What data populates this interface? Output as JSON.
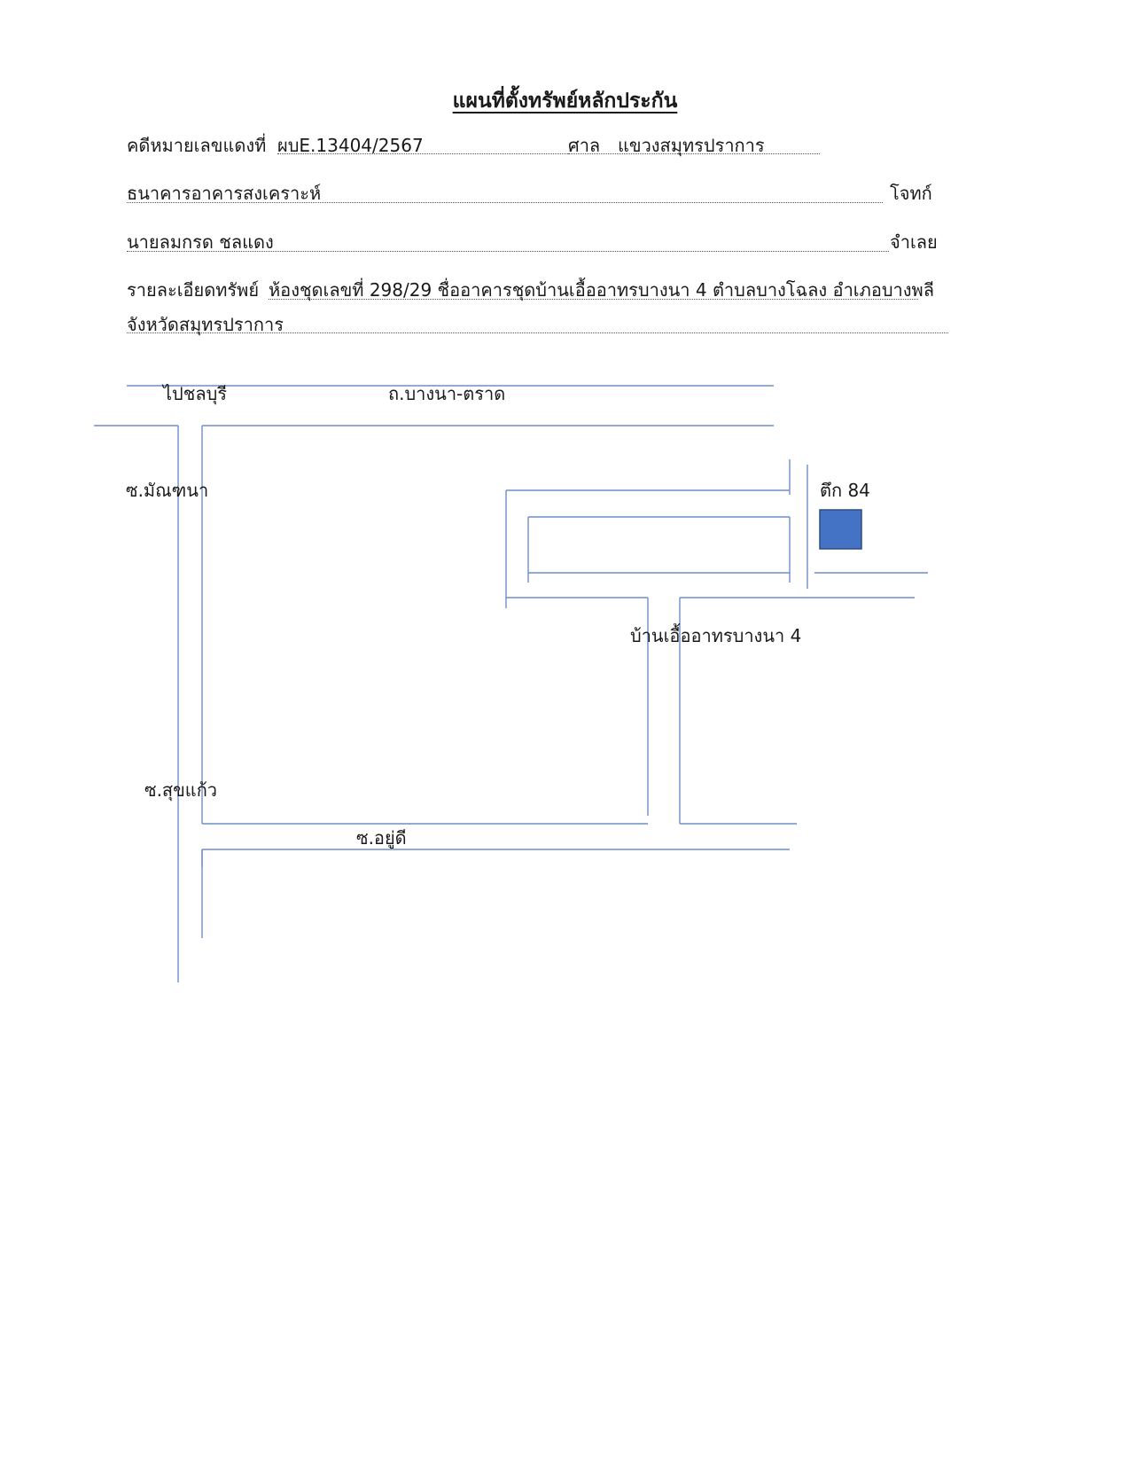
{
  "title": "แผนที่ตั้งทรัพย์หลักประกัน",
  "case": {
    "label": "คดีหมายเลขแดงที่",
    "number": "ผบE.13404/2567",
    "court_label": "ศาล",
    "court": "แขวงสมุทรปราการ"
  },
  "plaintiff": {
    "name": "ธนาคารอาคารสงเคราะห์",
    "role": "โจทก์"
  },
  "defendant": {
    "name": "นายลมกรด   ชลแดง",
    "role": "จำเลย"
  },
  "property": {
    "label": "รายละเอียดทรัพย์",
    "line1": "ห้องชุดเลขที่ 298/29 ชื่ออาคารชุดบ้านเอื้ออาทรบางนา 4 ตำบลบางโฉลง  อำเภอบางพลี",
    "line2": "จังหวัดสมุทรปราการ"
  },
  "map": {
    "label_to_chonburi": "ไปชลบุรี",
    "label_bangna_trat": "ถ.บางนา-ตราด",
    "label_soi_manthana": "ซ.มัณฑนา",
    "label_building": "ตึก 84",
    "label_project": "บ้านเอื้ออาทรบางนา 4",
    "label_soi_sukkaew": "ซ.สุขแก้ว",
    "label_soi_yudee": "ซ.อยู่ดี",
    "building_color": "#4472c4",
    "road_color": "#6e8fc8"
  }
}
